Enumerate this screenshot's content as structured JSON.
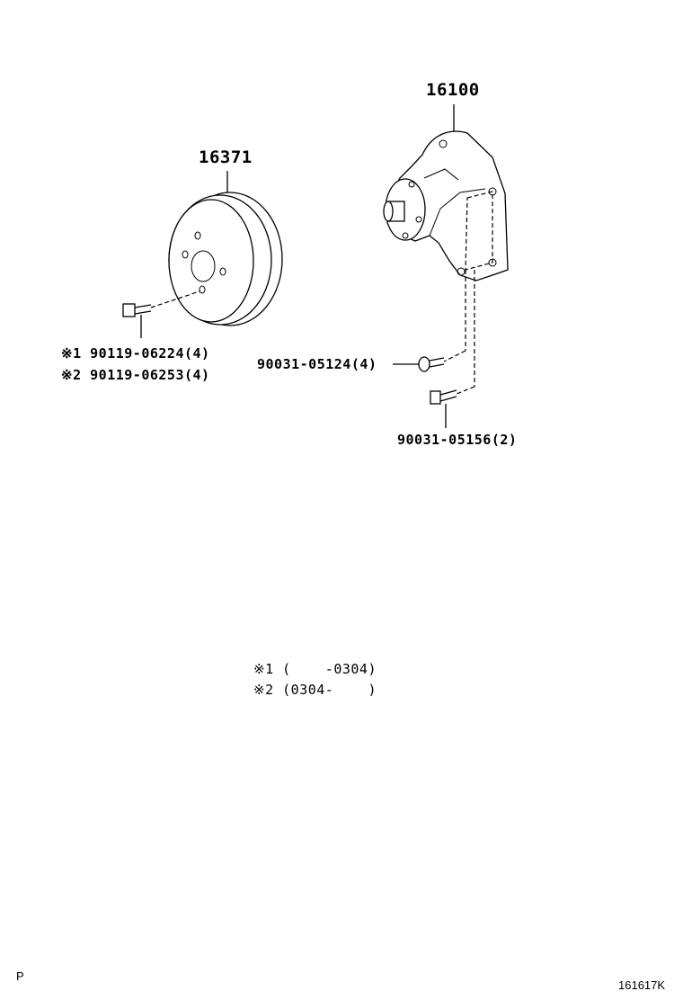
{
  "parts": {
    "pulley_number": "16371",
    "pump_number": "16100",
    "pulley_bolt_1": "※1 90119-06224(4)",
    "pulley_bolt_2": "※2 90119-06253(4)",
    "pump_bolt_a": "90031-05124(4)",
    "pump_bolt_b": "90031-05156(2)"
  },
  "notes": {
    "note_1": "※1 (    -0304)",
    "note_2": "※2 (0304-    )"
  },
  "footer": {
    "page_marker": "P",
    "figure_code": "161617K"
  }
}
